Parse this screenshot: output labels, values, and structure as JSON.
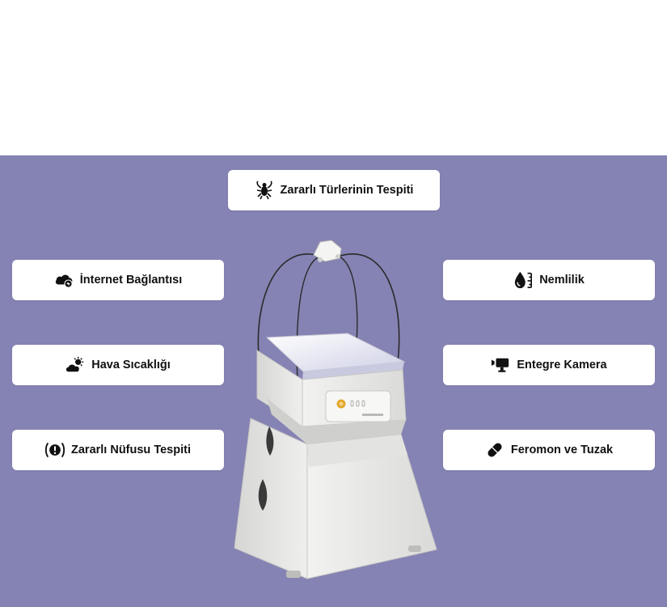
{
  "features": {
    "top": {
      "label": "Zararlı Türlerinin Tespiti",
      "icon": "bug-icon"
    },
    "left": [
      {
        "label": "İnternet Bağlantısı",
        "icon": "cloud-link-icon"
      },
      {
        "label": "Hava Sıcaklığı",
        "icon": "sun-cloud-icon"
      },
      {
        "label": "Zararlı Nüfusu Tespiti",
        "icon": "alert-circle-icon"
      }
    ],
    "right": [
      {
        "label": "Nemlilik",
        "icon": "humidity-drop-icon"
      },
      {
        "label": "Entegre Kamera",
        "icon": "camera-icon"
      },
      {
        "label": "Feromon ve Tuzak",
        "icon": "capsule-icon"
      }
    ]
  },
  "colors": {
    "panel_background": "#8583b3",
    "card_background": "#ffffff",
    "text": "#111111",
    "device_body": "#ebebea",
    "device_accent": "#e2a72b"
  }
}
